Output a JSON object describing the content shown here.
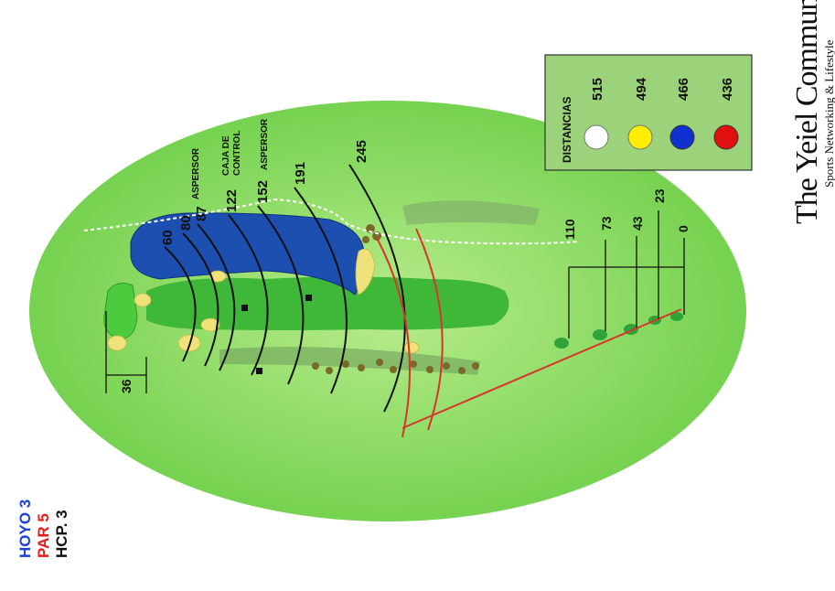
{
  "brand": {
    "title": "The Yeiel Community",
    "subtitle": "Sports Networking & Lifestyle"
  },
  "hole": {
    "number": "HOYO 3",
    "par": "PAR 5",
    "handicap": "HCP. 3",
    "colors": {
      "number": "#1f3fd6",
      "par": "#e0201b",
      "handicap": "#111111"
    }
  },
  "legend": {
    "title": "DISTANCIAS",
    "tees": [
      {
        "distance": "515",
        "color": "#ffffff"
      },
      {
        "distance": "494",
        "color": "#ffee00"
      },
      {
        "distance": "466",
        "color": "#1030d0"
      },
      {
        "distance": "436",
        "color": "#e01010"
      }
    ]
  },
  "distance_arcs": [
    "60",
    "80",
    "87",
    "122",
    "152",
    "191",
    "245"
  ],
  "annotations": {
    "sprinkler_1": "ASPERSOR",
    "control_box_line1": "CAJA DE",
    "control_box_line2": "CONTROL",
    "sprinkler_2": "ASPERSOR"
  },
  "green_depth": "36",
  "tee_distances": [
    "110",
    "73",
    "43",
    "23",
    "0"
  ],
  "colors": {
    "rough": "#8fd66a",
    "fairway": "#3fb83a",
    "water": "#1d4fb0",
    "sand": "#f0e27a",
    "legend_bg": "#9bd27a"
  }
}
